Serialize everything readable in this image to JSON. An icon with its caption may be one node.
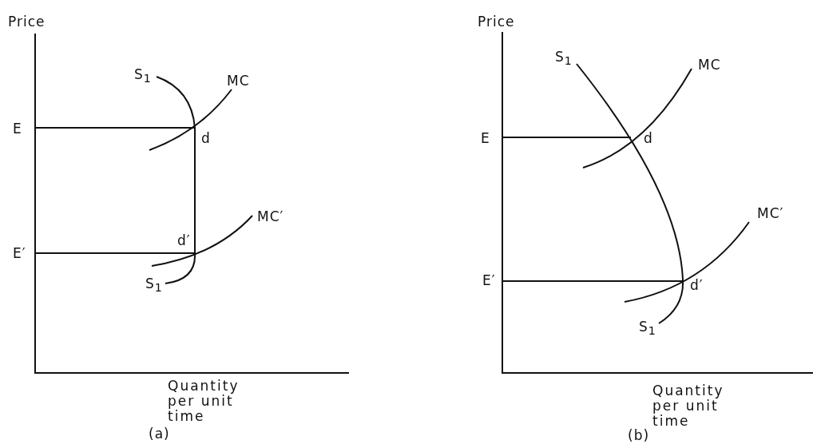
{
  "diagram": {
    "labels": [
      "Price",
      "S$_{1}$",
      "MC",
      "E",
      "d",
      "d′",
      "MC′",
      "E′",
      "S$_{1}$",
      "Quantity per unit time",
      "(a)",
      "Price",
      "S$_{1}$",
      "MC",
      "E",
      "d",
      "MC′",
      "E′",
      "d′",
      "S$_{1}$",
      "Quantity per unit time",
      "(b)"
    ]
  }
}
